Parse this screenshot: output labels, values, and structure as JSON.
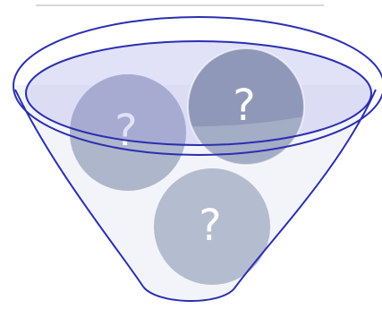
{
  "funnel": {
    "balls": [
      {
        "id": "ball-left",
        "label": "?"
      },
      {
        "id": "ball-right",
        "label": "?"
      },
      {
        "id": "ball-bottom",
        "label": "?"
      }
    ]
  },
  "colors": {
    "outline": "#2b2fb0",
    "rim_fill": "#c9c9f2",
    "body_fill": "#eef0f6",
    "ball_back": "#aeb6cc",
    "ball_overlap": "#7e88ab",
    "ball_right": "#8f98b8",
    "top_border": "#d8d8d8"
  }
}
